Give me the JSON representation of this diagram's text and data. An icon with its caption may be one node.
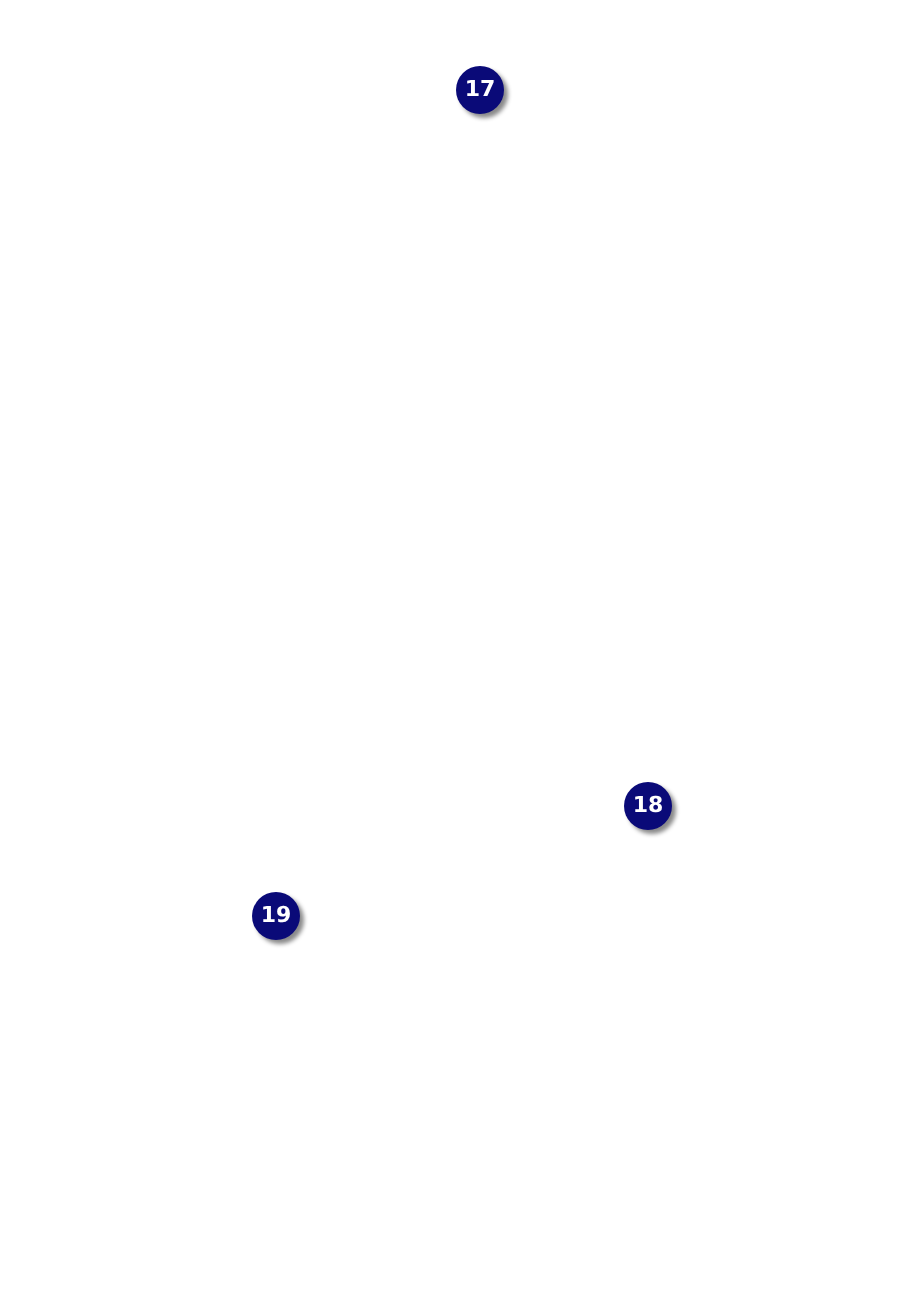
{
  "diagram": {
    "labels": [
      "17",
      "18",
      "19"
    ]
  }
}
